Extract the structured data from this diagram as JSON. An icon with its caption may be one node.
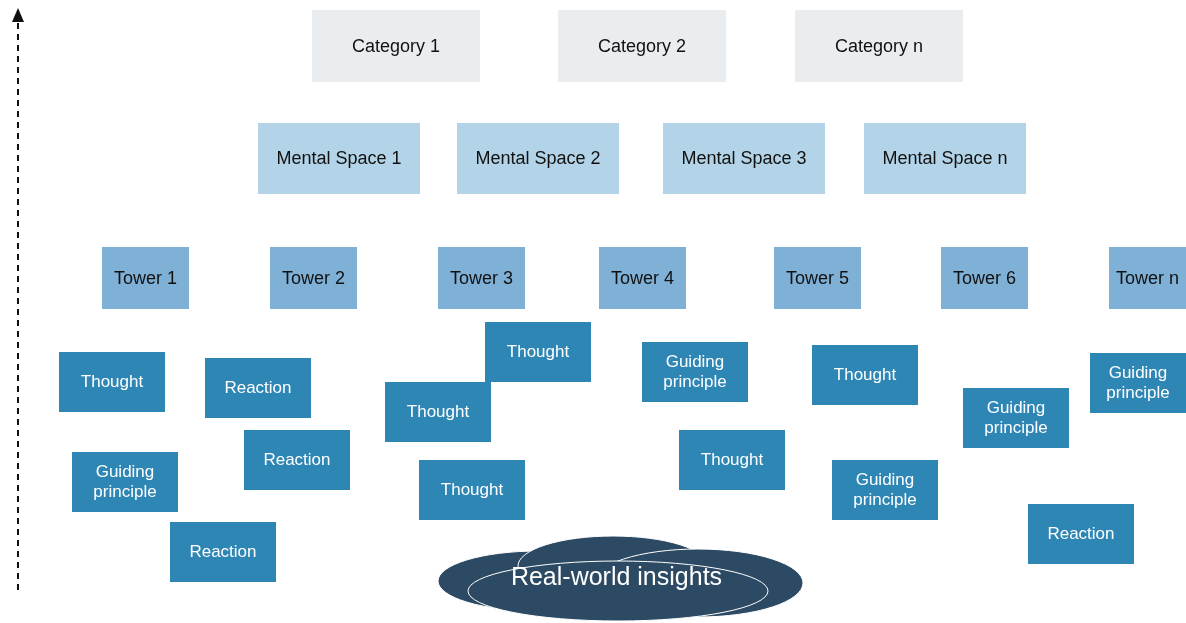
{
  "diagram": {
    "nodes": [
      {
        "text": [
          "Category 1"
        ]
      },
      {
        "text": [
          "Category 2"
        ]
      },
      {
        "text": [
          "Category n"
        ]
      },
      {
        "text": [
          "Mental Space 1"
        ]
      },
      {
        "text": [
          "Mental Space 2"
        ]
      },
      {
        "text": [
          "Mental Space 3"
        ]
      },
      {
        "text": [
          "Mental Space n"
        ]
      },
      {
        "text": [
          "Tower 1"
        ]
      },
      {
        "text": [
          "Tower 2"
        ]
      },
      {
        "text": [
          "Tower 3"
        ]
      },
      {
        "text": [
          "Tower 4"
        ]
      },
      {
        "text": [
          "Tower 5"
        ]
      },
      {
        "text": [
          "Tower 6"
        ]
      },
      {
        "text": [
          "Tower n"
        ]
      },
      {
        "text": [
          "Thought"
        ]
      },
      {
        "text": [
          "Guiding principle"
        ]
      },
      {
        "text": [
          "Thought"
        ]
      },
      {
        "text": [
          "Guiding principle"
        ]
      },
      {
        "text": [
          "Reaction"
        ]
      },
      {
        "text": [
          "Thought"
        ]
      },
      {
        "text": [
          "Thought"
        ]
      },
      {
        "text": [
          "Guiding principle"
        ]
      },
      {
        "text": [
          "Reaction"
        ]
      },
      {
        "text": [
          "Thought"
        ]
      },
      {
        "text": [
          "Guiding principle"
        ]
      },
      {
        "text": [
          "Thought"
        ]
      },
      {
        "text": [
          "Guiding principle"
        ]
      },
      {
        "text": [
          "Reaction"
        ]
      },
      {
        "text": [
          "Reaction"
        ]
      },
      {
        "text": [
          "Real-world insights"
        ]
      }
    ]
  }
}
